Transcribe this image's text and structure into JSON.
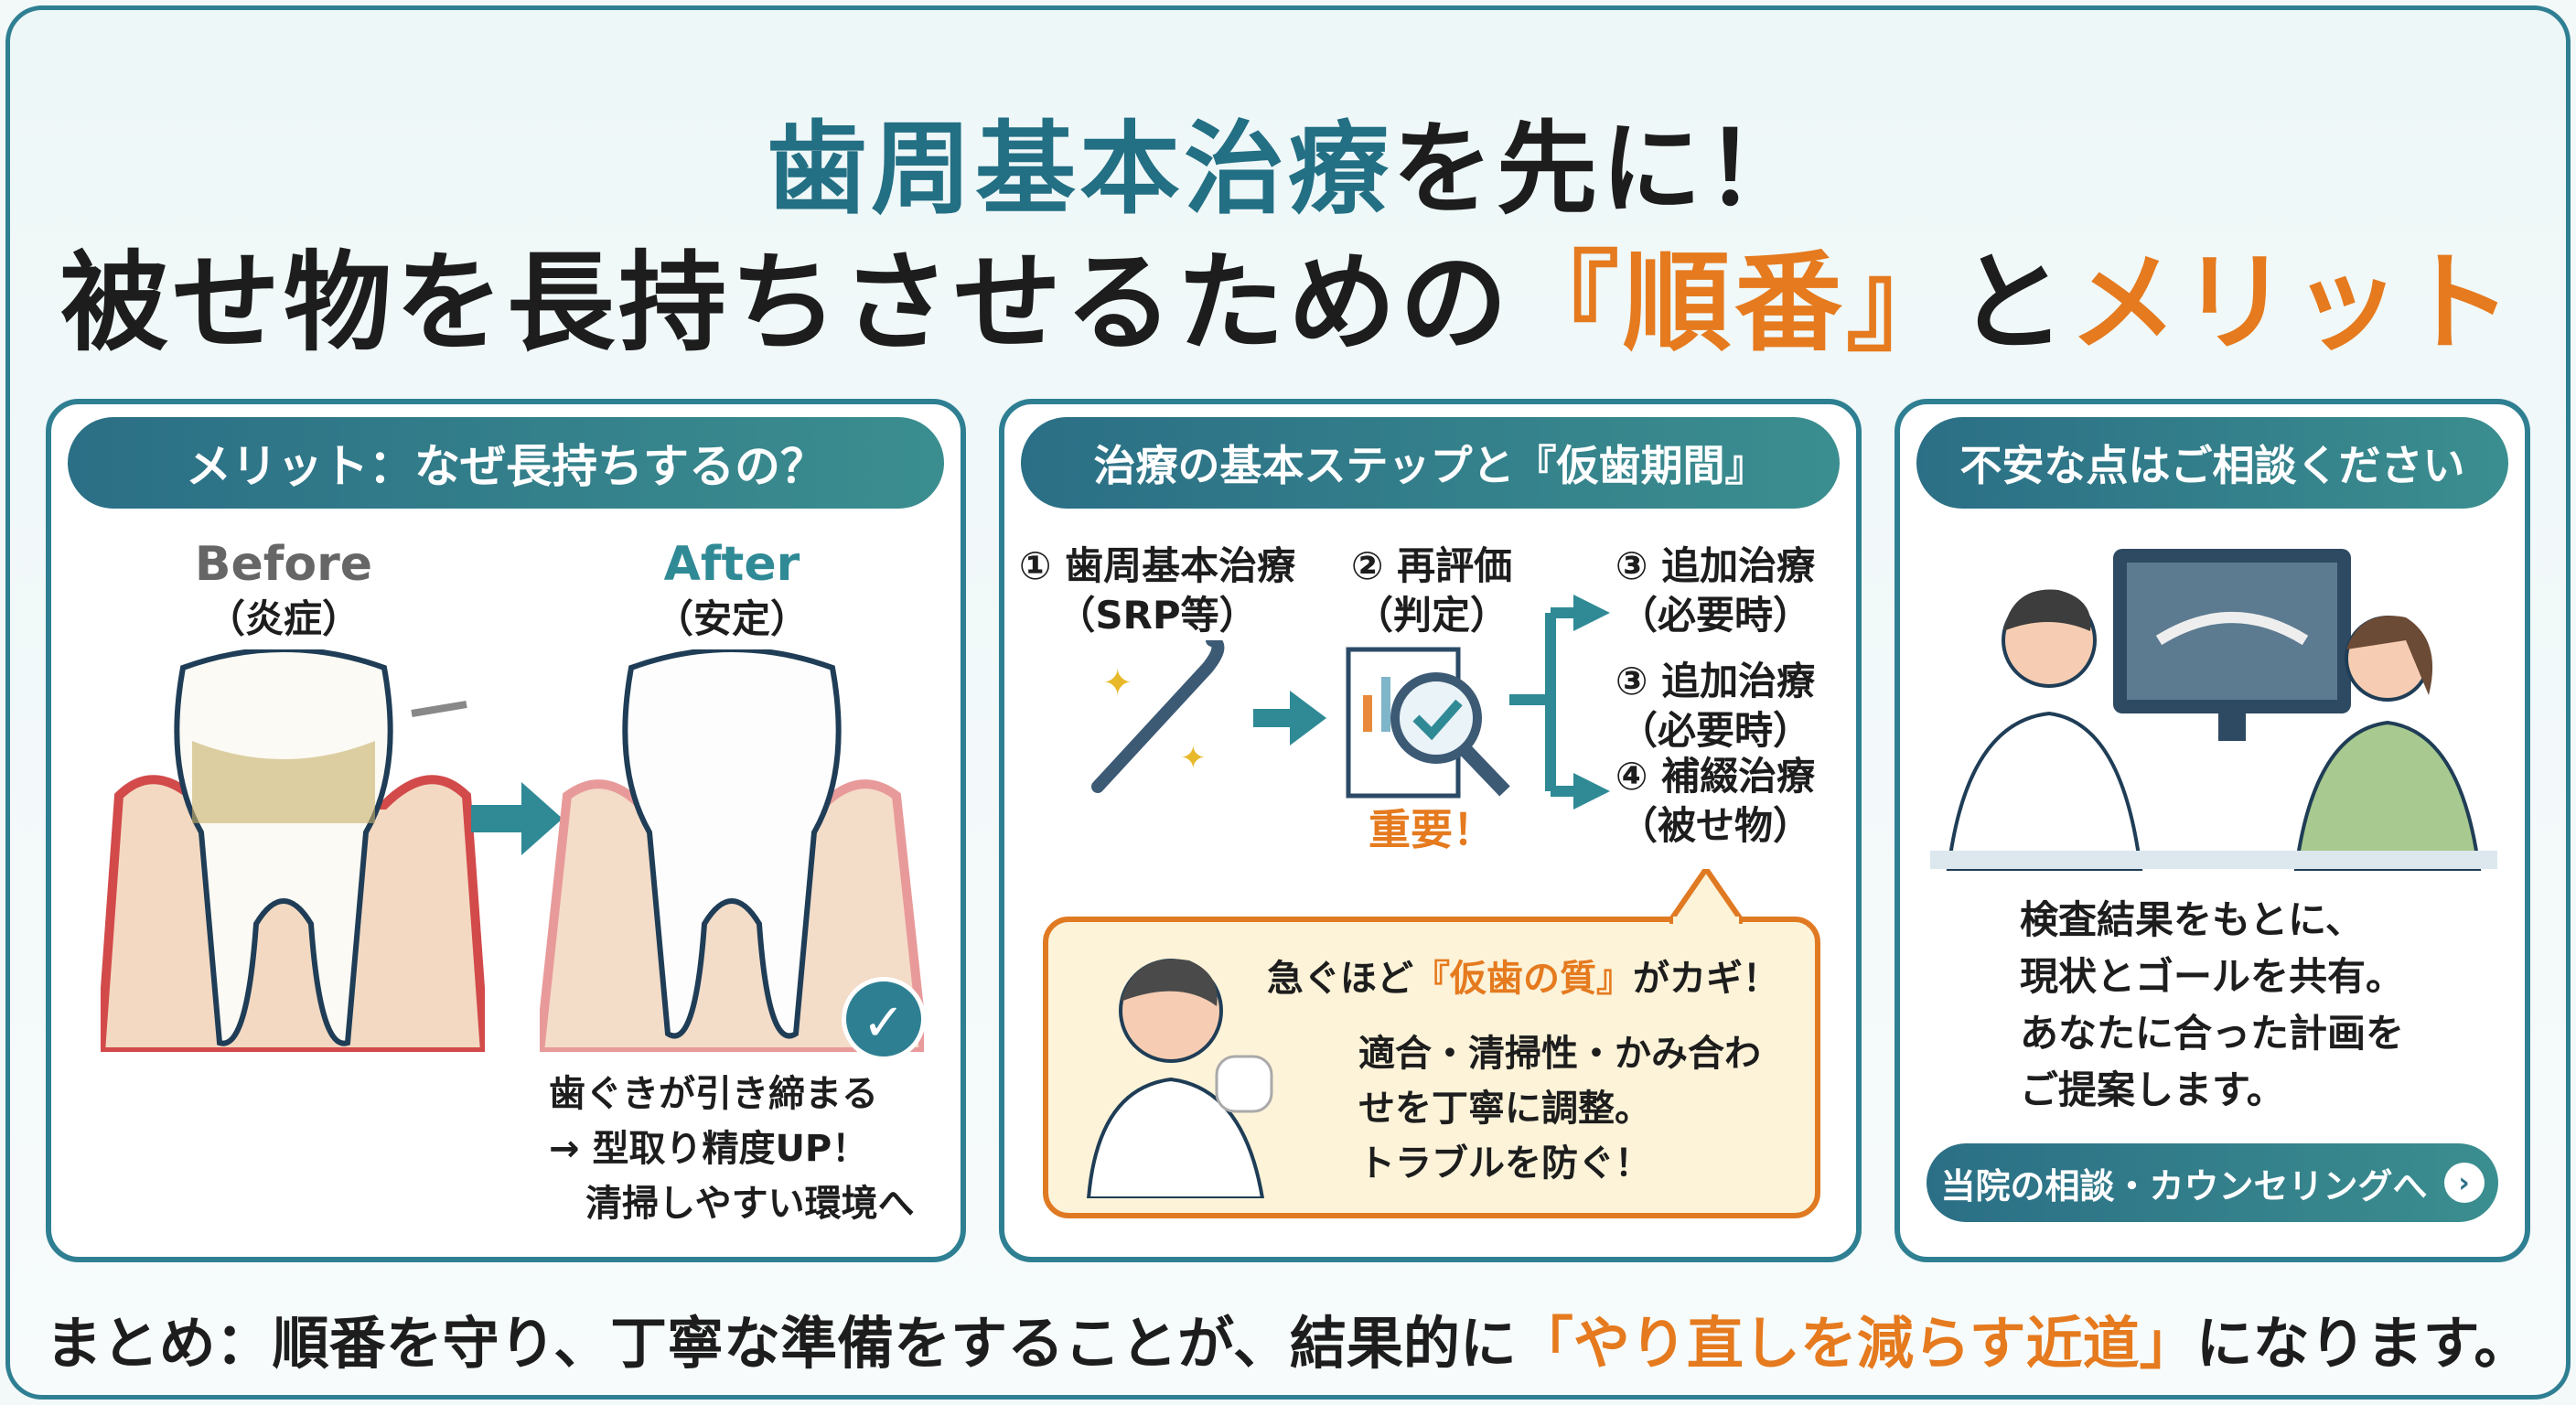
{
  "title": {
    "line1_highlight": "歯周基本治療",
    "line1_rest": "を先に！",
    "line2_a": "被せ物を長持ちさせるための",
    "line2_b": "『順番』",
    "line2_c": "と",
    "line2_d": "メリット"
  },
  "panel1": {
    "header": "メリット：なぜ長持ちするの？",
    "before_label": "Before",
    "before_sub": "（炎症）",
    "after_label": "After",
    "after_sub": "（安定）",
    "text": [
      "歯ぐきが引き締まる",
      "→ 型取り精度UP！",
      "清掃しやすい環境へ"
    ]
  },
  "panel2": {
    "header": "治療の基本ステップと『仮歯期間』",
    "steps": [
      {
        "title": "① 歯周基本治療",
        "sub": "（SRP等）"
      },
      {
        "title": "② 再評価",
        "sub": "（判定）"
      },
      {
        "title": "③ 追加治療",
        "sub": "（必要時）"
      },
      {
        "title": "③ 追加治療",
        "sub": "（必要時）"
      },
      {
        "title": "④ 補綴治療",
        "sub": "（被せ物）"
      }
    ],
    "important": "重要！",
    "bubble": {
      "title_a": "急ぐほど",
      "title_b": "『仮歯の質』",
      "title_c": "がカギ！",
      "lines": [
        "適合・清掃性・かみ合わ",
        "せを丁寧に調整。",
        "トラブルを防ぐ！"
      ]
    }
  },
  "panel3": {
    "header": "不安な点はご相談ください",
    "text": [
      "検査結果をもとに、",
      "現状とゴールを共有。",
      "あなたに合った計画を",
      "ご提案します。"
    ],
    "button": "当院の相談・カウンセリングへ"
  },
  "summary": {
    "a": "まとめ：順番を守り、丁寧な準備をすることが、結果的に",
    "b": "「やり直しを減らす近道」",
    "c": "になります。"
  },
  "colors": {
    "teal": "#2f7f93",
    "orange": "#e57a1e",
    "bubble_bg": "#fcf3d9"
  }
}
